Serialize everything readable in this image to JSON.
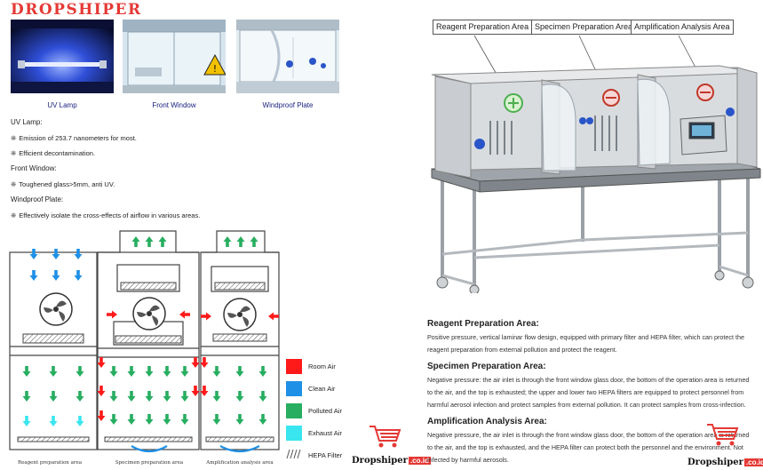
{
  "brand": "DROPSHIPER",
  "photos": [
    {
      "caption": "UV Lamp",
      "icon": "uv-lamp-photo"
    },
    {
      "caption": "Front Window",
      "icon": "front-window-photo"
    },
    {
      "caption": "Windproof Plate",
      "icon": "windproof-plate-photo"
    }
  ],
  "specs": [
    {
      "heading": "UV Lamp:",
      "bullets": [
        "Emission of 253.7 nanometers for most.",
        "Efficient decontamination."
      ]
    },
    {
      "heading": "Front Window:",
      "bullets": [
        "Toughened glass>5mm, anti UV."
      ]
    },
    {
      "heading": "Windproof Plate:",
      "bullets": [
        "Effectively isolate the cross-effects of airflow in various areas."
      ]
    }
  ],
  "bullet_glyph": "❋",
  "diagram": {
    "labels": [
      "Reagent preparation area",
      "Specimen preparation area",
      "Amplification analysis area"
    ]
  },
  "legend": [
    {
      "label": "Room Air",
      "color": "#ff1a1a"
    },
    {
      "label": "Clean Air",
      "color": "#1e90e6"
    },
    {
      "label": "Polluted Air",
      "color": "#27ae60"
    },
    {
      "label": "Exhaust Air",
      "color": "#39e6f0"
    },
    {
      "label": "HEPA Filter",
      "color": "#ffffff"
    }
  ],
  "watermark": {
    "text": "Dropshiper",
    "tag": ".co.id"
  },
  "area_labels": [
    "Reagent Preparation Area",
    "Specimen Preparation Area",
    "Amplification Analysis Area"
  ],
  "descriptions": [
    {
      "title": "Reagent Preparation Area:",
      "text": "Positive pressure, vertical laminar flow design, equipped with primary filter and HEPA filter, which can protect the reagent preparation from external pollution and protect the reagent."
    },
    {
      "title": "Specimen Preparation Area:",
      "text": "Negative pressure: the air inlet is through the front window glass door, the bottom of the operation area is returned to the air, and the top is exhausted; the upper and lower two HEPA filters are equipped to protect personnel from harmful aerosol infection and protect samples from external pollution. It can protect samples from cross-infection."
    },
    {
      "title": "Amplification Analysis Area:",
      "text": "Negative pressure, the air inlet is through the front window glass door, the bottom of the operation area is returned to the air, and the top is exhausted, and the HEPA filter can protect both the personnel and the environment. Not infected by harmful aerosols."
    }
  ]
}
